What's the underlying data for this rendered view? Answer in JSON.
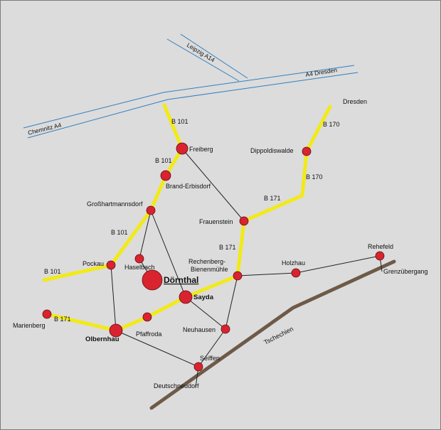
{
  "colors": {
    "background": "#dcdcdc",
    "bundesstrasse": "#f2ea18",
    "local_road": "#222222",
    "autobahn": "#2f7fc1",
    "border": "#6e5a48",
    "town_fill": "#d9232f"
  },
  "highways": {
    "a4_west": "Chemnitz A4",
    "a4_east": "A4 Dresden",
    "a14": "Leipzig A14"
  },
  "road_labels": {
    "b101_north": "B 101",
    "b101_freiberg": "B 101",
    "b101_mid": "B 101",
    "b101_west": "B 101",
    "b170_north": "B 170",
    "b170_south": "B 170",
    "b171_east": "B 171",
    "b171_mid": "B 171",
    "b171_west": "B 171"
  },
  "towns": {
    "dresden": "Dresden",
    "freiberg": "Freiberg",
    "dippoldiswalde": "Dippoldiswalde",
    "brand_erbisdorf": "Brand-Erbisdorf",
    "grosshartmannsdorf": "Großhartmannsdorf",
    "frauenstein": "Frauenstein",
    "pockau": "Pockau",
    "haselbach": "Haselbach",
    "doernthal": "Dörnthal",
    "rechenberg_1": "Rechenberg-",
    "rechenberg_2": "Bienenmühle",
    "holzhau": "Holzhau",
    "rehefeld": "Rehefeld",
    "grenzuebergang": "Grenzübergang",
    "sayda": "Sayda",
    "marienberg": "Marienberg",
    "olbernhau": "Olbernhau",
    "pfaffroda": "Pfaffroda",
    "neuhausen": "Neuhausen",
    "seiffen": "Seiffen",
    "deutschneudorf": "Deutschneudorf"
  },
  "country": {
    "tschechien": "Tschechien"
  }
}
